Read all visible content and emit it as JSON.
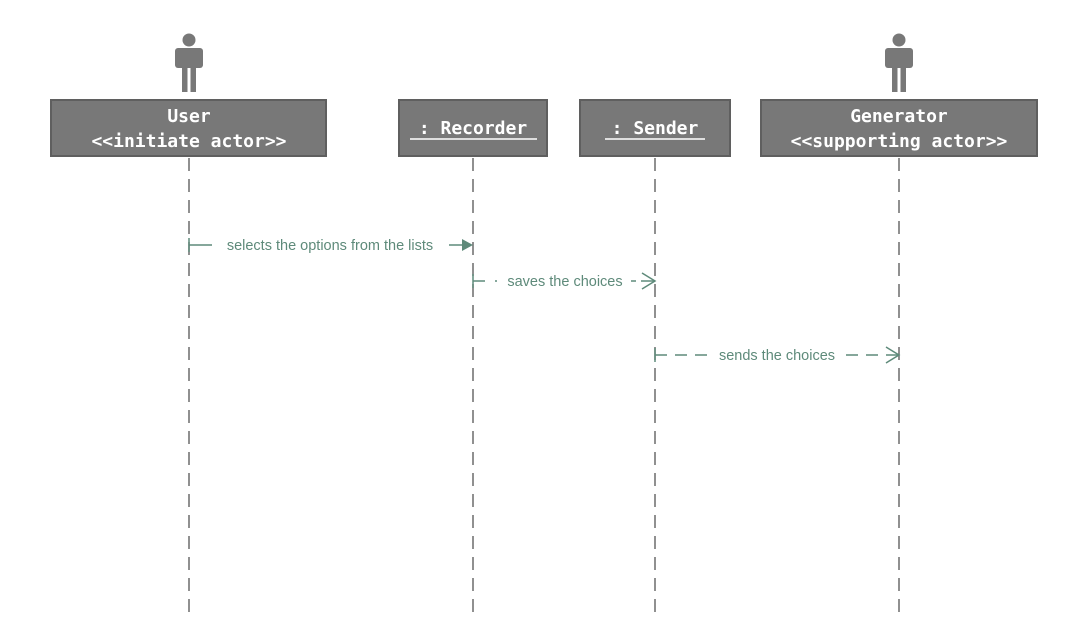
{
  "participants": [
    {
      "id": "user",
      "line1": "User",
      "line2": "<<initiate actor>>",
      "actor_icon": "person-icon",
      "underlined": false
    },
    {
      "id": "recorder",
      "line1": ": Recorder",
      "actor_icon": null,
      "underlined": true
    },
    {
      "id": "sender",
      "line1": ": Sender",
      "actor_icon": null,
      "underlined": true
    },
    {
      "id": "generator",
      "line1": "Generator",
      "line2": "<<supporting actor>>",
      "actor_icon": "person-icon",
      "underlined": false
    }
  ],
  "messages": [
    {
      "from": "user",
      "to": "recorder",
      "label": "selects the options from the lists",
      "style": "synchronous"
    },
    {
      "from": "recorder",
      "to": "sender",
      "label": "saves the choices",
      "style": "dashed-open"
    },
    {
      "from": "sender",
      "to": "generator",
      "label": "sends the choices",
      "style": "dashed-open"
    }
  ],
  "colors": {
    "box_fill": "#787878",
    "box_text": "#ffffff",
    "message": "#5e8a7a",
    "lifeline": "#6b6b6b"
  }
}
